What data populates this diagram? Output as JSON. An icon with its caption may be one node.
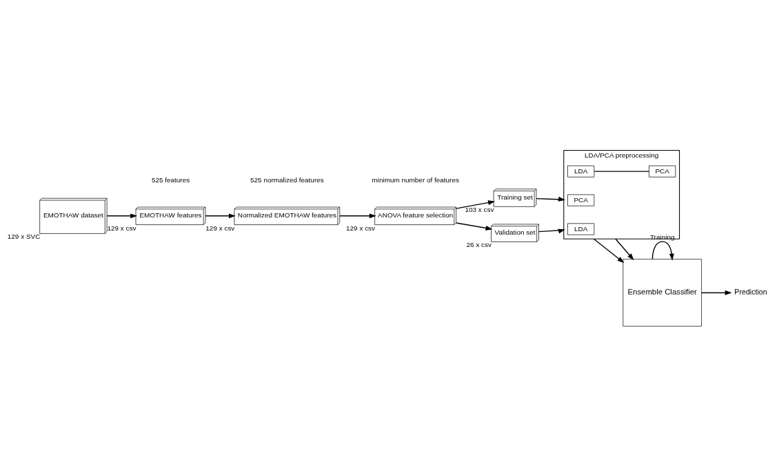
{
  "diagram": {
    "nodes": [
      {
        "text": [
          "EMOTHAW dataset"
        ],
        "beside": [
          "129 x SVC"
        ]
      },
      {
        "text": [
          "EMOTHAW features"
        ],
        "beside": [
          "129 x csv"
        ]
      },
      {
        "text": [
          "Normalized EMOTHAW features"
        ],
        "beside": [
          "129 x csv"
        ]
      },
      {
        "text": [
          "ANOVA feature selection"
        ],
        "beside": [
          "129 x csv"
        ]
      },
      {
        "text": [
          "Training set"
        ],
        "beside": [
          "103 x csv"
        ]
      },
      {
        "text": [
          "Validation set"
        ],
        "beside": [
          "26 x csv"
        ]
      },
      {
        "text": [
          "LDA/PCA preprocessing"
        ]
      },
      {
        "text": [
          "PCA"
        ],
        "in": 6
      },
      {
        "text": [
          "LDA"
        ],
        "in": 6
      },
      {
        "text": [
          "LDA"
        ],
        "in": 6
      },
      {
        "text": [
          "PCA"
        ],
        "in": 6
      },
      {
        "text": [
          "Ensemble Classifier"
        ]
      },
      {
        "text": [
          "Prediction"
        ]
      }
    ],
    "edges": [
      {
        "from": 0,
        "to": 1,
        "arrow": "to"
      },
      {
        "from": 1,
        "to": 2,
        "arrow": "to"
      },
      {
        "from": 2,
        "to": 3,
        "arrow": "to"
      },
      {
        "from": 3,
        "to": 4,
        "arrow": "to"
      },
      {
        "from": 3,
        "to": 5,
        "arrow": "to"
      },
      {
        "from": 4,
        "to": 6,
        "arrow": "to"
      },
      {
        "from": 5,
        "to": 6,
        "arrow": "to"
      },
      {
        "from": 9,
        "to": 10,
        "arrow": "none"
      },
      {
        "from": 6,
        "to": 11,
        "arrow": "to"
      },
      {
        "from": 6,
        "to": 11,
        "arrow": "to"
      },
      {
        "from": 11,
        "to": 11,
        "arrow": "to",
        "label": "Training"
      },
      {
        "from": 11,
        "to": 12,
        "arrow": "to"
      }
    ],
    "labels": [
      "525 features",
      "525 normalized features",
      "minimum number of features"
    ]
  }
}
